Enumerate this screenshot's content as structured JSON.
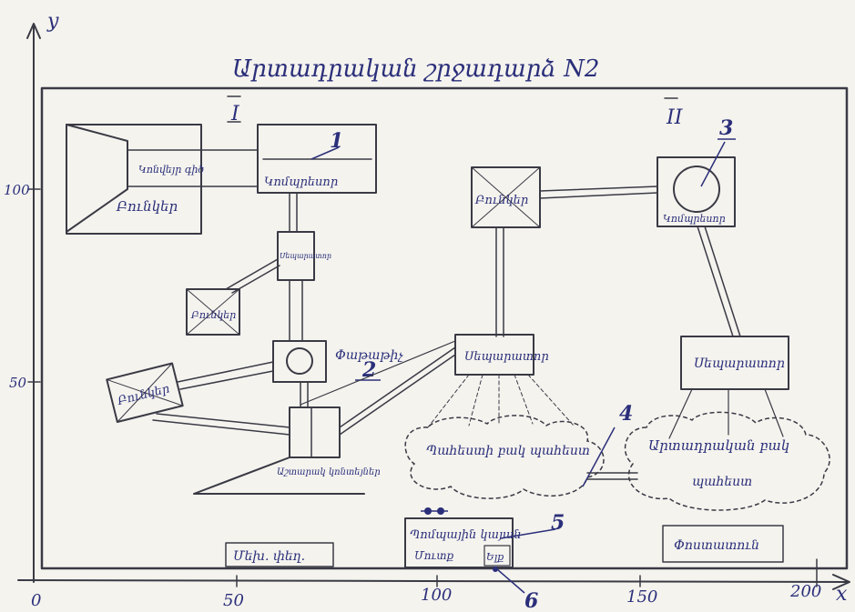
{
  "title": "Արտադրական շրջադարձ N2",
  "axis": {
    "y_label": "y",
    "x_label": "x",
    "x_ticks": [
      "0",
      "50",
      "100",
      "150",
      "200"
    ],
    "y_ticks": [
      "100",
      "50"
    ]
  },
  "zones": {
    "one": "I",
    "two": "II"
  },
  "callouts": [
    "1",
    "2",
    "3",
    "4",
    "5",
    "6"
  ],
  "labels": {
    "bunker_top_left": "Բունկեր",
    "conveyor_top": "Կոնվեյր գիծ",
    "unit_1": "Կոմպրեսոր",
    "silo_small": "Բունկեր",
    "separator_small": "Սեպարատոր",
    "bunker_left": "Բունկեր",
    "mixer_2": "Փաթաթիչ",
    "tower": "Աշտարակ կոնտեյներ",
    "bunker_middle": "Բունկեր",
    "separator_middle": "Սեպարատոր",
    "unit_3": "Կոմպրեսոր",
    "separator_right": "Սեպարատոր",
    "cloud_left": "Պահեստի բակ պահեստ",
    "cloud_right": "Արտադրական բակ",
    "cloud_right_sub": "պահեստ",
    "bottom_left_box": "Մեխ. փեղ.",
    "bottom_mid_box_line1": "Պոմպային կայան",
    "bottom_mid_box_line2": "Մուտք",
    "bottom_mid_small": "Ելք",
    "bottom_right_box": "Փոստատուն"
  }
}
